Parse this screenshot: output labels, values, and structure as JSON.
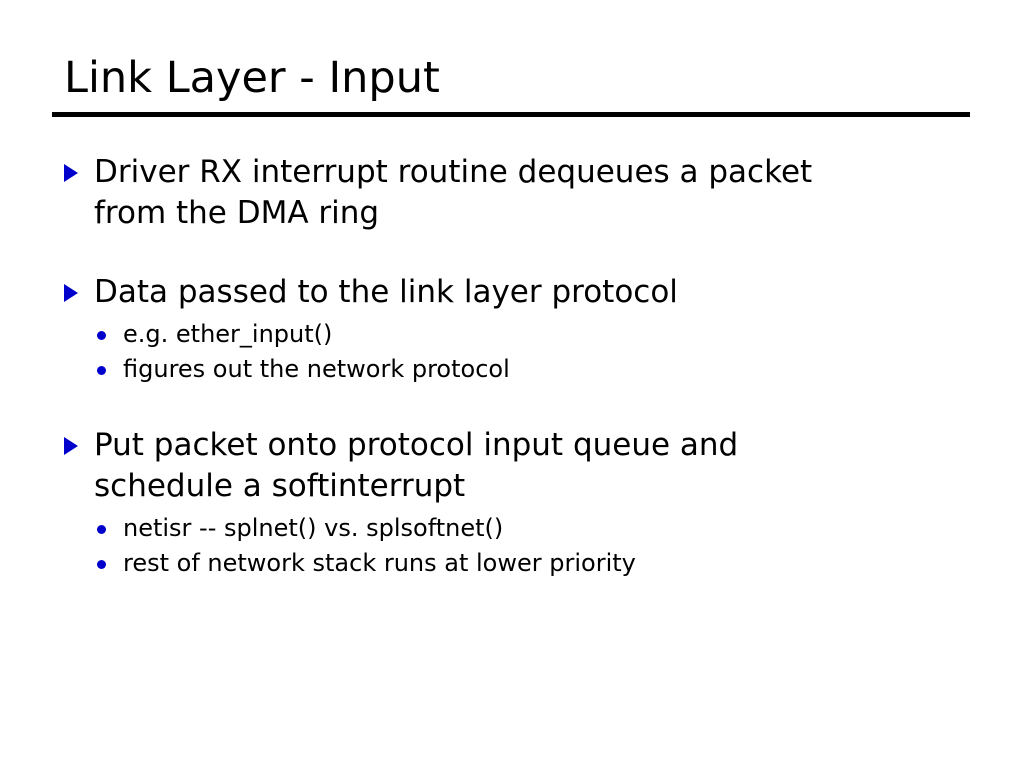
{
  "slide": {
    "title": "Link Layer - Input",
    "accent_color": "#0000CC",
    "text_color": "#000000",
    "background_color": "#ffffff",
    "rule_color": "#000000",
    "level1_marker_icon": "triangle-right-icon",
    "level2_marker_icon": "bullet-dot-icon",
    "groups": [
      {
        "text": "Driver RX interrupt routine dequeues a packet from the DMA ring",
        "sub": []
      },
      {
        "text": "Data passed to the link layer protocol",
        "sub": [
          "e.g. ether_input()",
          "figures out the network protocol"
        ]
      },
      {
        "text": "Put packet onto protocol input queue and schedule a softinterrupt",
        "sub": [
          "netisr -- splnet() vs. splsoftnet()",
          "rest of network stack runs at lower priority"
        ]
      }
    ]
  }
}
